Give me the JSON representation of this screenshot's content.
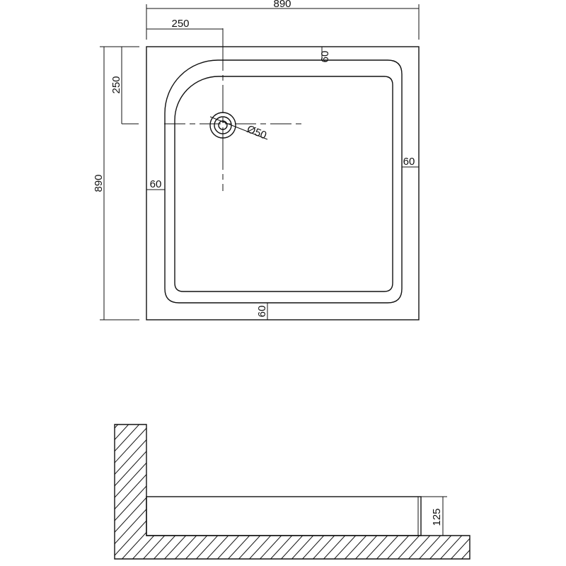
{
  "plan": {
    "width_label": "890",
    "height_label": "890",
    "drain_x_label": "250",
    "drain_y_label": "250",
    "rim_top_label": "60",
    "rim_right_label": "60",
    "rim_left_label": "60",
    "rim_bottom_label": "60",
    "drain_diameter_label": "Ø50"
  },
  "section": {
    "height_label": "125"
  }
}
